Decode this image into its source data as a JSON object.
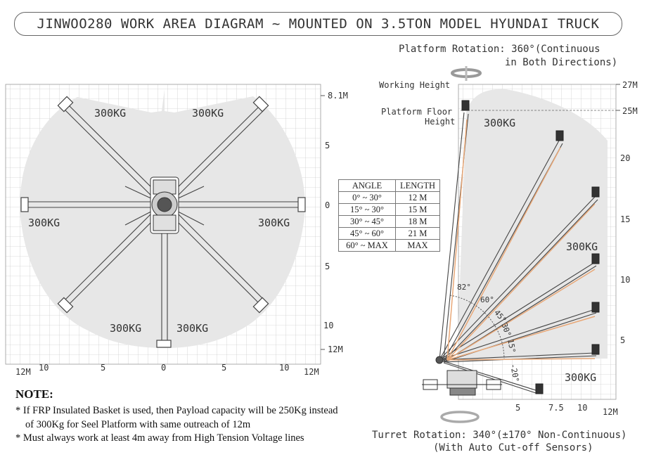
{
  "title": "JINWOO280 WORK AREA DIAGRAM ~ MOUNTED ON 3.5TON MODEL HYUNDAI TRUCK",
  "platform_rotation": {
    "line1": "Platform Rotation: 360°(Continuous",
    "line2": "in Both Directions)"
  },
  "turret_rotation": {
    "line1": "Turret Rotation: 340°(±170° Non-Continuous)",
    "line2": "(With Auto Cut-off Sensors)"
  },
  "left_diagram": {
    "capacity_label": "300KG",
    "right_axis": [
      "8.1M",
      "5",
      "0",
      "5",
      "10",
      "12M"
    ],
    "bottom_axis": [
      "12M",
      "10",
      "5",
      "0",
      "5",
      "10",
      "12M"
    ]
  },
  "right_diagram": {
    "working_height_label": "Working Height",
    "platform_floor_line1": "Platform Floor",
    "platform_floor_line2": "Height",
    "capacity_label": "300KG",
    "right_axis": [
      "27M",
      "25M",
      "20",
      "15",
      "10",
      "5"
    ],
    "bottom_axis": [
      "5",
      "7.5",
      "10",
      "12M"
    ],
    "angle_labels": [
      "82°",
      "60°",
      "45°",
      "30°",
      "15°",
      "-20°"
    ]
  },
  "table": {
    "headers": [
      "ANGLE",
      "LENGTH"
    ],
    "rows": [
      [
        "0° ~ 30°",
        "12 M"
      ],
      [
        "15° ~ 30°",
        "15 M"
      ],
      [
        "30° ~ 45°",
        "18 M"
      ],
      [
        "45° ~ 60°",
        "21 M"
      ],
      [
        "60° ~ MAX",
        "MAX"
      ]
    ]
  },
  "note": {
    "heading": "NOTE:",
    "line1": "* If FRP Insulated Basket is used, then Payload capacity will be 250Kg instead",
    "line2": "of 300Kg for Seel Platform with same outreach of 12m",
    "line3": "* Must always work at least 4m away from High Tension Voltage lines"
  },
  "colors": {
    "area": "#e9e9e9",
    "grid": "#b9b9b9",
    "boom": "#444444",
    "cylinder": "#e8a878"
  }
}
